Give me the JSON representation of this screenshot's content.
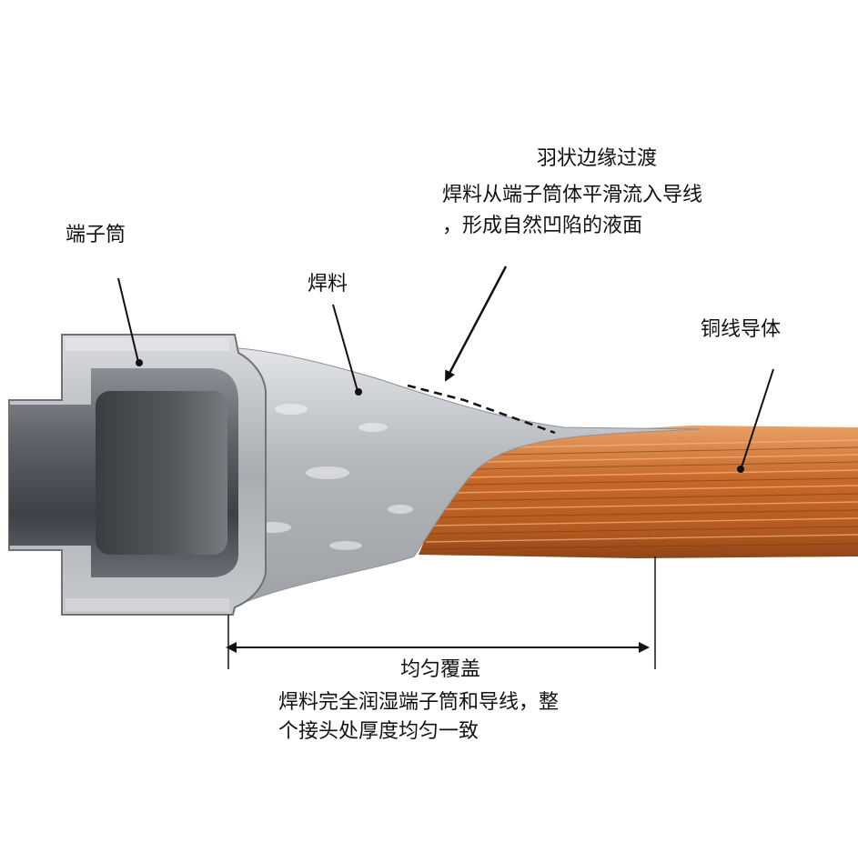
{
  "labels": {
    "barrel": "端子筒",
    "solder": "焊料",
    "conductor": "铜线导体",
    "feather_title": "羽状边缘过渡",
    "feather_line1": "焊料从端子筒体平滑流入导线",
    "feather_line2": "，形成自然凹陷的液面",
    "coverage_title": "均匀覆盖",
    "coverage_line1": "焊料完全润湿端子筒和导线，整",
    "coverage_line2": "个接头处厚度均匀一致"
  },
  "colors": {
    "steel_dark": "#4a4d52",
    "steel_light": "#c9ccd0",
    "solder": "#b9bcc1",
    "copper": "#c8682a",
    "copper_light": "#e79a5c",
    "annotation": "#111111"
  }
}
